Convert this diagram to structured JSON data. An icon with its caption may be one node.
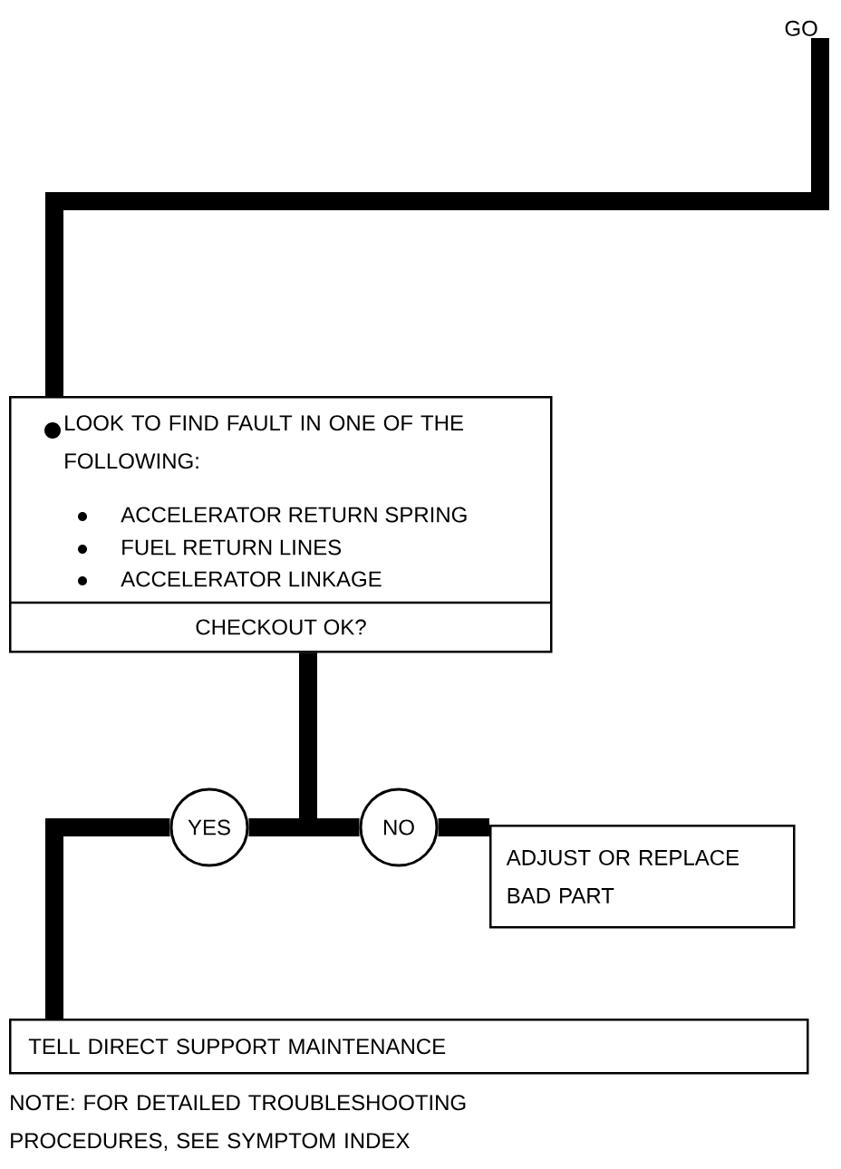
{
  "diagram": {
    "nodes": [
      {
        "text": [
          "GO"
        ]
      },
      {
        "text": [
          "LOOK TO FIND FAULT IN ONE OF THE FOLLOWING:",
          "ACCELERATOR RETURN SPRING",
          "FUEL RETURN LINES",
          "ACCELERATOR LINKAGE",
          "CHECKOUT OK?"
        ]
      },
      {
        "text": [
          "YES"
        ]
      },
      {
        "text": [
          "NO"
        ]
      },
      {
        "text": [
          "ADJUST OR REPLACE BAD PART"
        ]
      },
      {
        "text": [
          "TELL DIRECT SUPPORT MAINTENANCE"
        ]
      }
    ],
    "edges": [
      {
        "from": 0,
        "to": 1,
        "arrow": "none"
      },
      {
        "from": 1,
        "to": 2,
        "arrow": "none"
      },
      {
        "from": 1,
        "to": 3,
        "arrow": "none"
      },
      {
        "from": 2,
        "to": 5,
        "arrow": "none"
      },
      {
        "from": 3,
        "to": 4,
        "arrow": "none"
      }
    ],
    "labels": [
      "NOTE: FOR DETAILED TROUBLESHOOTING PROCEDURES, SEE SYMPTOM INDEX"
    ]
  }
}
